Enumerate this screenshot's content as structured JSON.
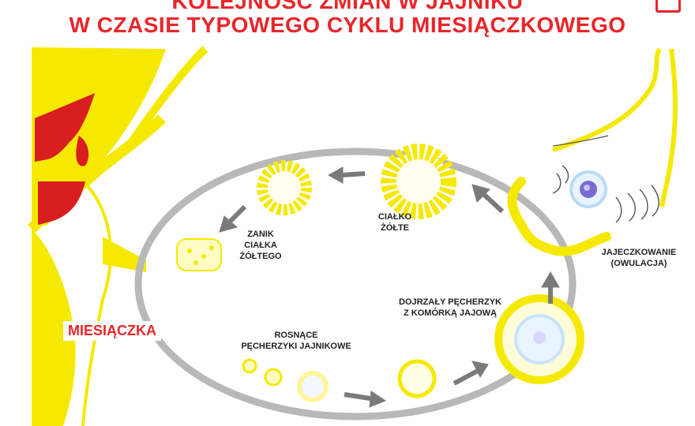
{
  "title": {
    "line1": "KOLEJNOŚĆ ZMIAN W JAJNIKU",
    "line2": "W CZASIE TYPOWEGO CYKLU MIESIĄCZKOWEGO"
  },
  "labels": {
    "cialko_zolte": "CIAŁKO\nŻÓŁTE",
    "zanik": "ZANIK\nCIAŁKA\nŻÓŁTEGO",
    "jajeczkowanie": "JAJECZKOWANIE\n(OWULACJA)",
    "dojrzaly": "DOJRZAŁY PĘCHERZYK\nZ KOMÓRKĄ JAJOWĄ",
    "rosnace": "ROSNĄCE\nPĘCHERZYKI JAJNIKOWE",
    "miesiaczka": "MIESIĄCZKA"
  },
  "colors": {
    "title": "#e8262b",
    "menses": "#e8262b",
    "ovary_outline": "#b8b8b8",
    "yellow": "#f5e900",
    "arrow": "#7a7a7a",
    "blood": "#d81e1e",
    "egg": "#7a6bd0"
  }
}
